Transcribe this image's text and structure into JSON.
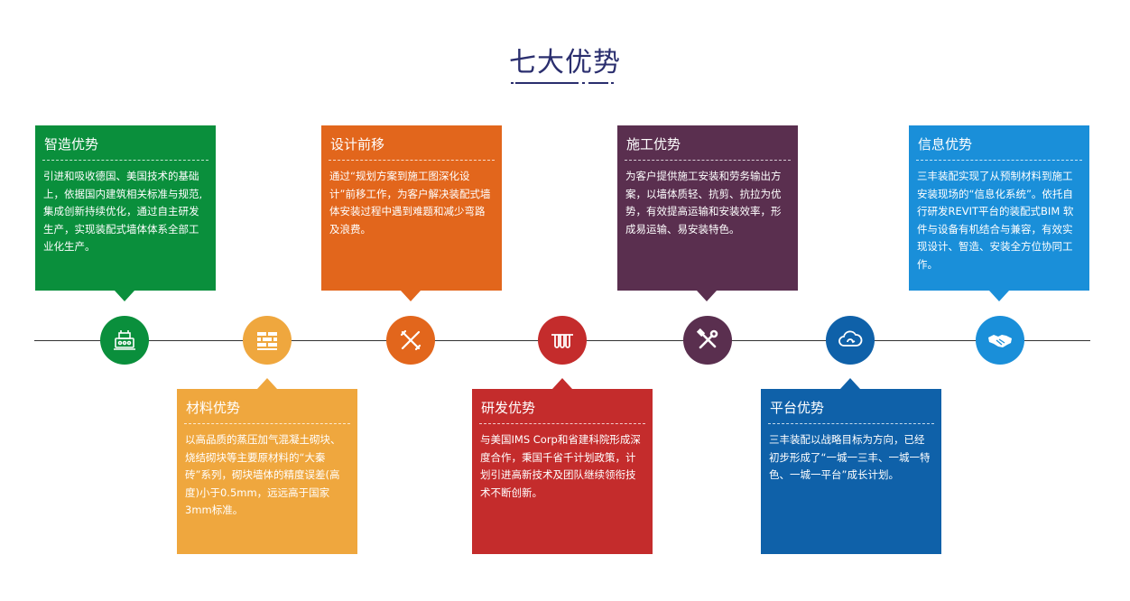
{
  "title": "七大优势",
  "items": [
    {
      "title": "智造优势",
      "text": "引进和吸收德国、美国技术的基础上，依据国内建筑相关标准与规范,集成创新持续优化，通过自主研发生产，实现装配式墙体体系全部工业化生产。",
      "color": "#0a8f3c",
      "icon": "factory-icon"
    },
    {
      "title": "材料优势",
      "text": "以高品质的蒸压加气混凝土砌块、烧结砌块等主要原材料的“大秦砖”系列，砌块墙体的精度误差(高度)小于0.5mm，远远高于国家3mm标准。",
      "color": "#efa73e",
      "icon": "brick-wall-icon"
    },
    {
      "title": "设计前移",
      "text": "通过“规划方案到施工图深化设计”前移工作，为客户解决装配式墙体安装过程中遇到难题和减少弯路及浪费。",
      "color": "#e2661c",
      "icon": "design-tools-icon"
    },
    {
      "title": "研发优势",
      "text": "与美国IMS Corp和省建科院形成深度合作，秉国千省千计划政策，计划引进高新技术及团队继续领衔技术不断创新。",
      "color": "#c42c2c",
      "icon": "test-tubes-icon"
    },
    {
      "title": "施工优势",
      "text": "为客户提供施工安装和劳务输出方案，以墙体质轻、抗剪、抗拉为优势，有效提高运输和安装效率，形成易运输、易安装特色。",
      "color": "#5a2f4f",
      "icon": "tools-icon"
    },
    {
      "title": "平台优势",
      "text": "三丰装配以战略目标为方向，已经初步形成了“一城一三丰、一城一特色、一城一平台”成长计划。",
      "color": "#0f61a9",
      "icon": "cloud-sync-icon"
    },
    {
      "title": "信息优势",
      "text": "三丰装配实现了从预制材料到施工安装现场的“信息化系统”。依托自行研发REVIT平台的装配式BIM 软件与设备有机结合与兼容，有效实现设计、智造、安装全方位协同工作。",
      "color": "#1a8fd9",
      "icon": "handshake-icon"
    }
  ]
}
